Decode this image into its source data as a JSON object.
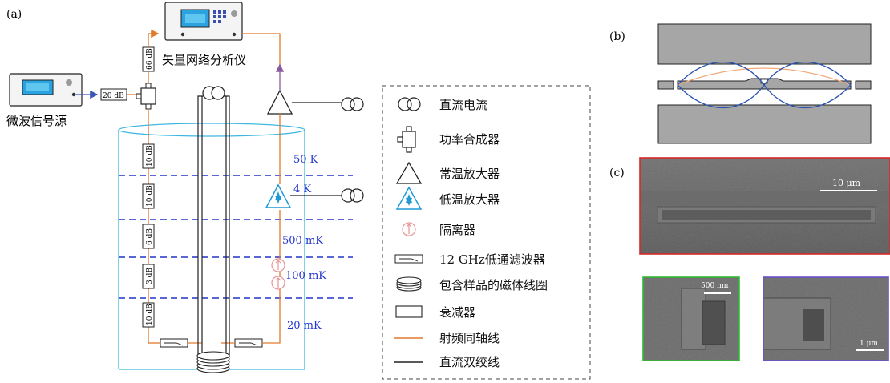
{
  "panels": {
    "a": "(a)",
    "b": "(b)",
    "c": "(c)"
  },
  "instruments": {
    "vna": "矢量网络分析仪",
    "source": "微波信号源",
    "source_attenuator": "20 dB",
    "vna_attenuator": "66 dB"
  },
  "attenuators": [
    "10 dB",
    "10 dB",
    "6 dB",
    "3 dB",
    "10 dB"
  ],
  "stages": [
    "50 K",
    "4 K",
    "500 mK",
    "100 mK",
    "20 mK"
  ],
  "legend": [
    {
      "id": "dc-current",
      "label": "直流电流"
    },
    {
      "id": "power-combiner",
      "label": "功率合成器"
    },
    {
      "id": "rt-amplifier",
      "label": "常温放大器"
    },
    {
      "id": "lt-amplifier",
      "label": "低温放大器"
    },
    {
      "id": "isolator",
      "label": "隔离器"
    },
    {
      "id": "lowpass-filter",
      "label": "12 GHz低通滤波器"
    },
    {
      "id": "coil",
      "label": "包含样品的磁体线圈"
    },
    {
      "id": "attenuator",
      "label": "衰减器"
    },
    {
      "id": "coax-line",
      "label": "射频同轴线"
    },
    {
      "id": "twisted-pair",
      "label": "直流双绞线"
    }
  ],
  "scale_bars": {
    "top": "10 μm",
    "bottom_left": "500 nm",
    "bottom_right": "1 μm"
  },
  "colors": {
    "coax": "#e07a2c",
    "stage_line": "#2233cc",
    "stage_text": "#2233cc",
    "cryostat": "#3fb7e0",
    "lt_amp": "#1f9ad6",
    "isolator": "#e59595",
    "sem_top_border": "#d62828",
    "sem_left_border": "#2fb82f",
    "sem_right_border": "#6b4fc8",
    "mode_orange": "#f0a878",
    "mode_blue": "#2b55b0"
  }
}
